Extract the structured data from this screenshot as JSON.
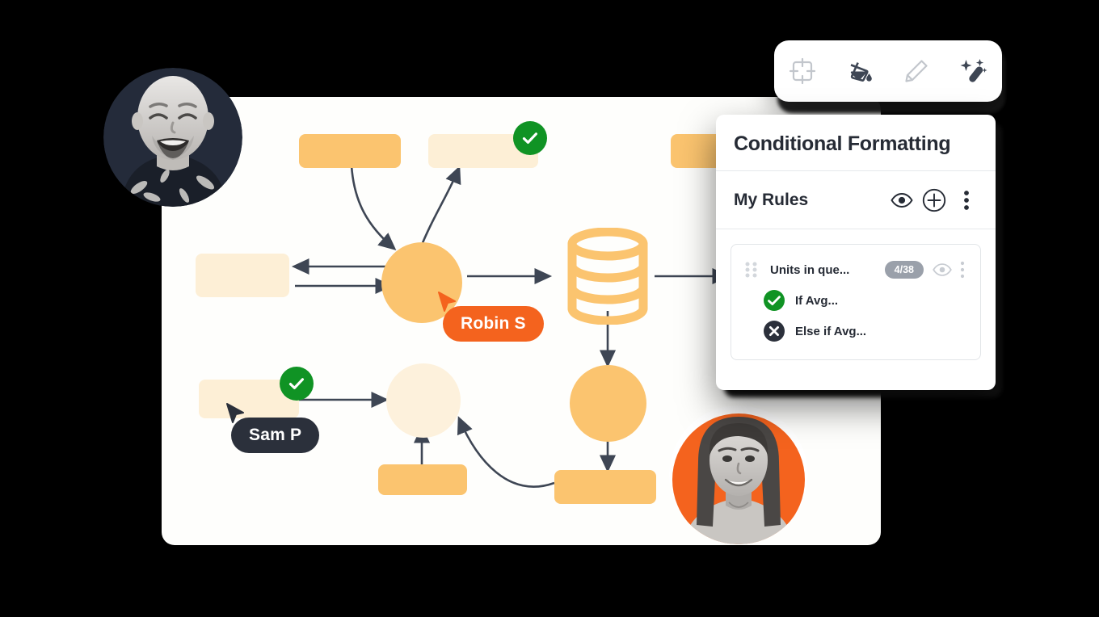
{
  "toolbar": {
    "tools": [
      {
        "name": "frame-crosshair-icon",
        "label": "Frame",
        "state": "inactive"
      },
      {
        "name": "paint-bucket-icon",
        "label": "Fill",
        "state": "active"
      },
      {
        "name": "pencil-icon",
        "label": "Draw",
        "state": "inactive"
      },
      {
        "name": "magic-wand-icon",
        "label": "Magic",
        "state": "active"
      }
    ]
  },
  "panel": {
    "title": "Conditional Formatting",
    "section_label": "My Rules",
    "actions": [
      {
        "name": "eye-icon",
        "label": "Toggle visibility"
      },
      {
        "name": "plus-circle-icon",
        "label": "Add rule"
      },
      {
        "name": "more-vertical-icon",
        "label": "More options"
      }
    ],
    "rules": [
      {
        "name": "Units in que...",
        "count": "4/38",
        "visibility_icon": "eye-icon",
        "menu_icon": "more-vertical-icon",
        "drag_icon": "drag-handle-icon",
        "conditions": [
          {
            "label": "If Avg...",
            "status": "check",
            "color": "#109324"
          },
          {
            "label": "Else if Avg...",
            "status": "cross",
            "color": "#2B303B"
          }
        ]
      }
    ]
  },
  "canvas": {
    "cursors": [
      {
        "label": "Robin S",
        "color": "#F4631E",
        "style": "orange"
      },
      {
        "label": "Sam P",
        "color": "#2B303B",
        "style": "navy"
      }
    ],
    "collaborators": [
      {
        "name": "avatar-laughing-man",
        "background": "#242B3A"
      },
      {
        "name": "avatar-smiling-woman",
        "background": "#F4631E"
      }
    ],
    "approved_badges": 2,
    "colors": {
      "node_dark": "#FBC46F",
      "node_light": "#FDEFD6",
      "arrow": "#3E4654",
      "canvas_bg": "#FEFEFC",
      "page_bg": "#000000"
    },
    "nodes": [
      {
        "name": "box-top-left",
        "shape": "box",
        "tone": "dark"
      },
      {
        "name": "box-top-middle",
        "shape": "box",
        "tone": "light",
        "badge": "check"
      },
      {
        "name": "box-top-right",
        "shape": "box",
        "tone": "dark"
      },
      {
        "name": "box-mid-left",
        "shape": "box",
        "tone": "light"
      },
      {
        "name": "circle-center",
        "shape": "circle",
        "tone": "dark"
      },
      {
        "name": "database-cylinder",
        "shape": "database",
        "tone": "dark"
      },
      {
        "name": "box-lower-left",
        "shape": "box",
        "tone": "light",
        "badge": "check"
      },
      {
        "name": "circle-lower-left",
        "shape": "circle",
        "tone": "light"
      },
      {
        "name": "box-bottom-left",
        "shape": "box",
        "tone": "dark"
      },
      {
        "name": "circle-lower-right",
        "shape": "circle",
        "tone": "dark"
      },
      {
        "name": "box-bottom-right",
        "shape": "box",
        "tone": "dark"
      }
    ]
  }
}
